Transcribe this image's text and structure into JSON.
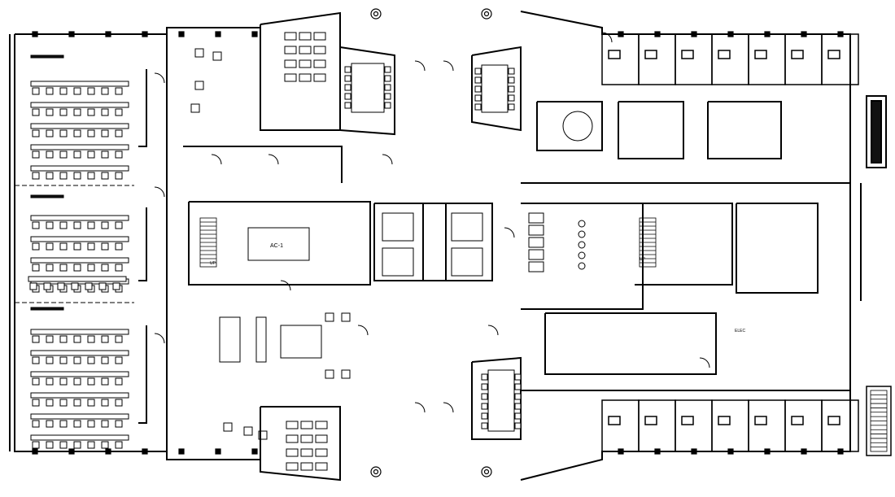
{
  "labels": {
    "ac_unit": "AC-1",
    "stair_tags": [
      "UP",
      "UP"
    ],
    "room_tag": "ELEC"
  },
  "colors": {
    "line": "#000000",
    "background": "#ffffff",
    "hatch": "#111111"
  },
  "grid_markers": [
    "top-left-marker",
    "top-right-marker",
    "bottom-left-marker",
    "bottom-right-marker"
  ]
}
